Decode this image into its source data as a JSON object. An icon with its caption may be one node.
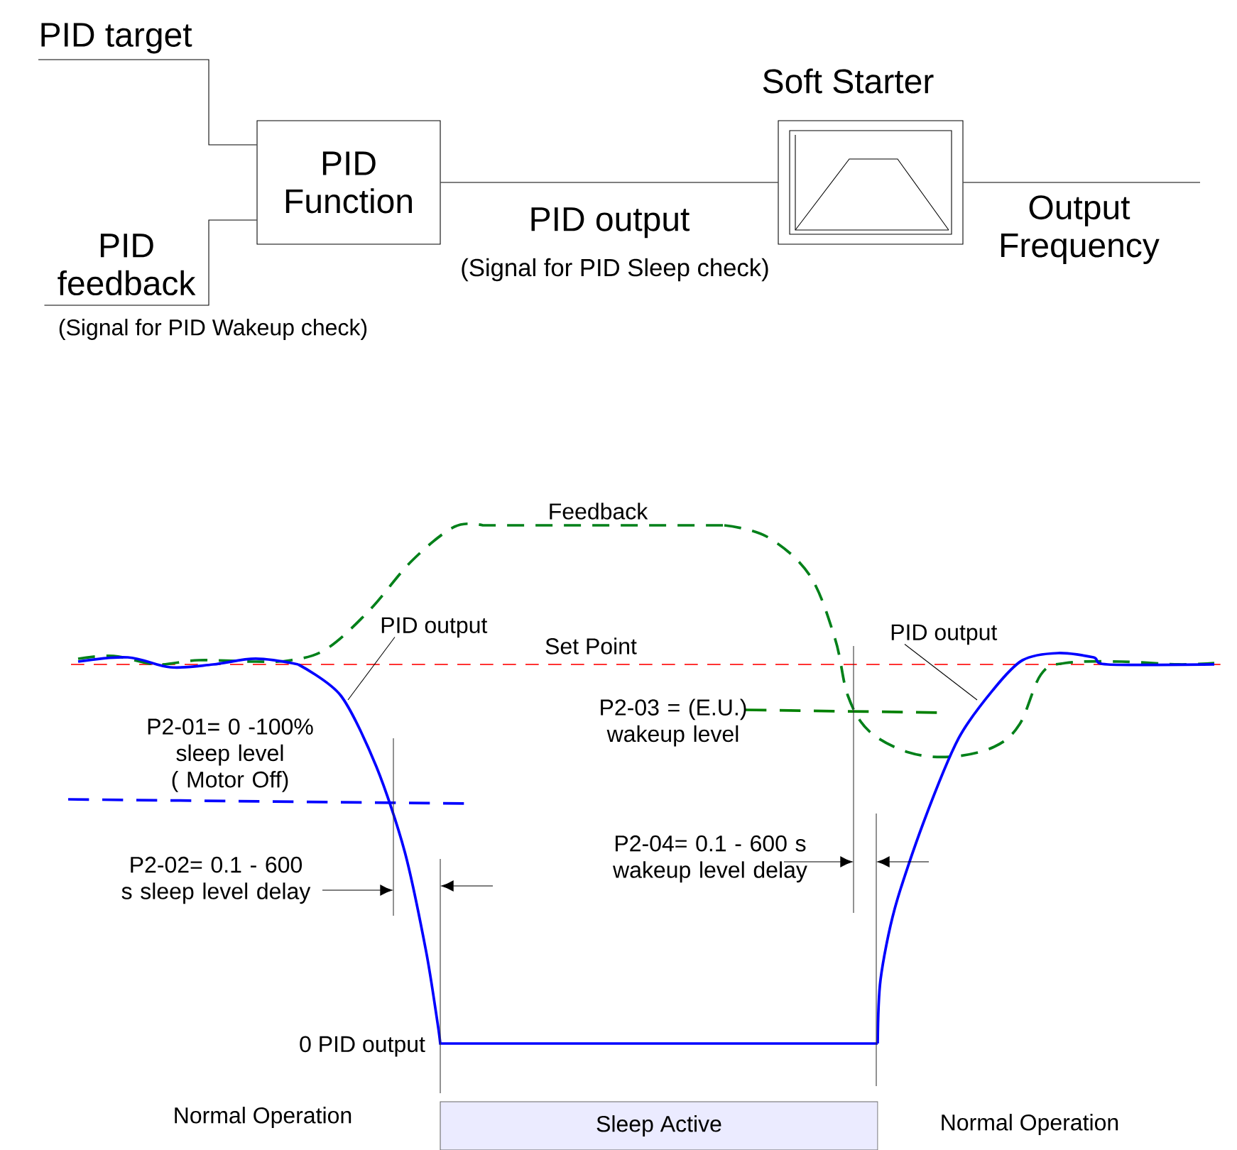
{
  "diagram": {
    "nodes": [
      {
        "text": [
          "PID target"
        ]
      },
      {
        "text": [
          "PID feedback"
        ],
        "beside": [
          "(Signal for PID Wakeup check)"
        ]
      },
      {
        "text": [
          "PID Function"
        ]
      },
      {
        "text": [
          "Soft Starter"
        ]
      },
      {
        "text": [
          "Output Frequency"
        ]
      },
      {
        "text": [
          "PID output"
        ]
      },
      {
        "text": [
          "PID output"
        ]
      },
      {
        "text": [
          "Sleep Active"
        ]
      }
    ],
    "edges": [
      {
        "from": 0,
        "to": 2,
        "arrow": "none"
      },
      {
        "from": 1,
        "to": 2,
        "arrow": "none"
      },
      {
        "from": 2,
        "to": 3,
        "arrow": "none",
        "label": "PID output"
      },
      {
        "from": 3,
        "to": 4,
        "arrow": "none"
      },
      {
        "from": 5,
        "to": null,
        "arrow": "none"
      },
      {
        "from": 6,
        "to": null,
        "arrow": "none"
      }
    ],
    "labels": [
      "(Signal for PID Sleep check)",
      "Feedback",
      "Set Point",
      "P2-01= 0 -100% sleep level ( Motor Off)",
      "P2-03 = (E.U.) wakeup level",
      "P2-02= 0.1 - 600 s sleep level delay",
      "P2-04= 0.1 - 600 s wakeup level delay",
      "0 PID output",
      "Normal Operation",
      "Normal Operation"
    ]
  }
}
